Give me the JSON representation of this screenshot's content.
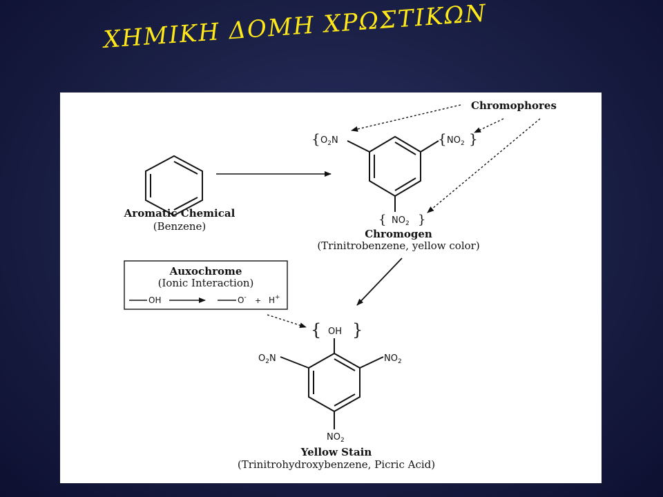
{
  "slide": {
    "title": "ΧΗΜΙΚΗ ΔΟΜΗ ΧΡΩΣΤΙΚΩΝ",
    "title_color": "#ffe81a"
  },
  "diagram": {
    "chromophores_label": "Chromophores",
    "aromatic": {
      "name": "Aromatic Chemical",
      "sub": "(Benzene)"
    },
    "chromogen": {
      "name": "Chromogen",
      "sub": "(Trinitrobenzene, yellow color)",
      "group_left_o": "O",
      "group_left_sub": "2",
      "group_left_n": "N",
      "group_right_no": "NO",
      "group_right_sub": "2",
      "group_bottom_no": "NO",
      "group_bottom_sub": "2",
      "brace_open": "{",
      "brace_close": "}"
    },
    "auxochrome": {
      "title": "Auxochrome",
      "sub": "(Ionic Interaction)",
      "left": "OH",
      "right_o": "O",
      "right_sup": "-",
      "plus": "+",
      "h": "H",
      "h_sup": "+"
    },
    "yellow_stain": {
      "name": "Yellow Stain",
      "sub": "(Trinitrohydroxybenzene, Picric Acid)",
      "oh": "OH",
      "left_o": "O",
      "left_sub": "2",
      "left_n": "N",
      "right_no": "NO",
      "right_sub": "2",
      "bottom_no": "NO",
      "bottom_sub": "2",
      "brace_open": "{",
      "brace_close": "}"
    }
  }
}
